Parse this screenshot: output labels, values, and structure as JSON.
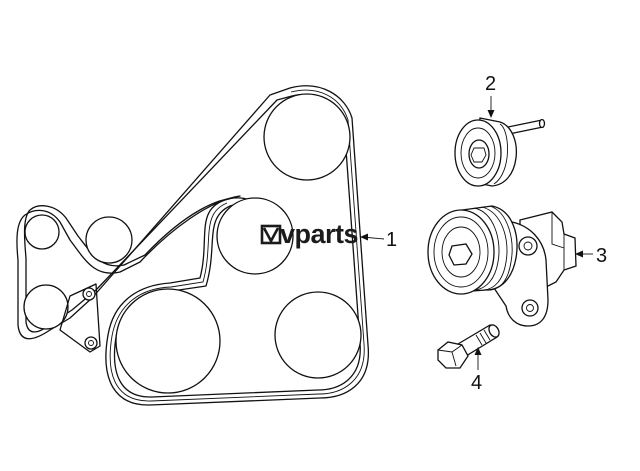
{
  "watermark": {
    "brand": "vparts",
    "logo_mark": "V"
  },
  "callouts": [
    {
      "id": "1",
      "label": "1",
      "part": "serpentine-belt"
    },
    {
      "id": "2",
      "label": "2",
      "part": "idler-pulley"
    },
    {
      "id": "3",
      "label": "3",
      "part": "belt-tensioner"
    },
    {
      "id": "4",
      "label": "4",
      "part": "mounting-bolt"
    }
  ],
  "colors": {
    "line": "#111111",
    "background": "#ffffff"
  }
}
